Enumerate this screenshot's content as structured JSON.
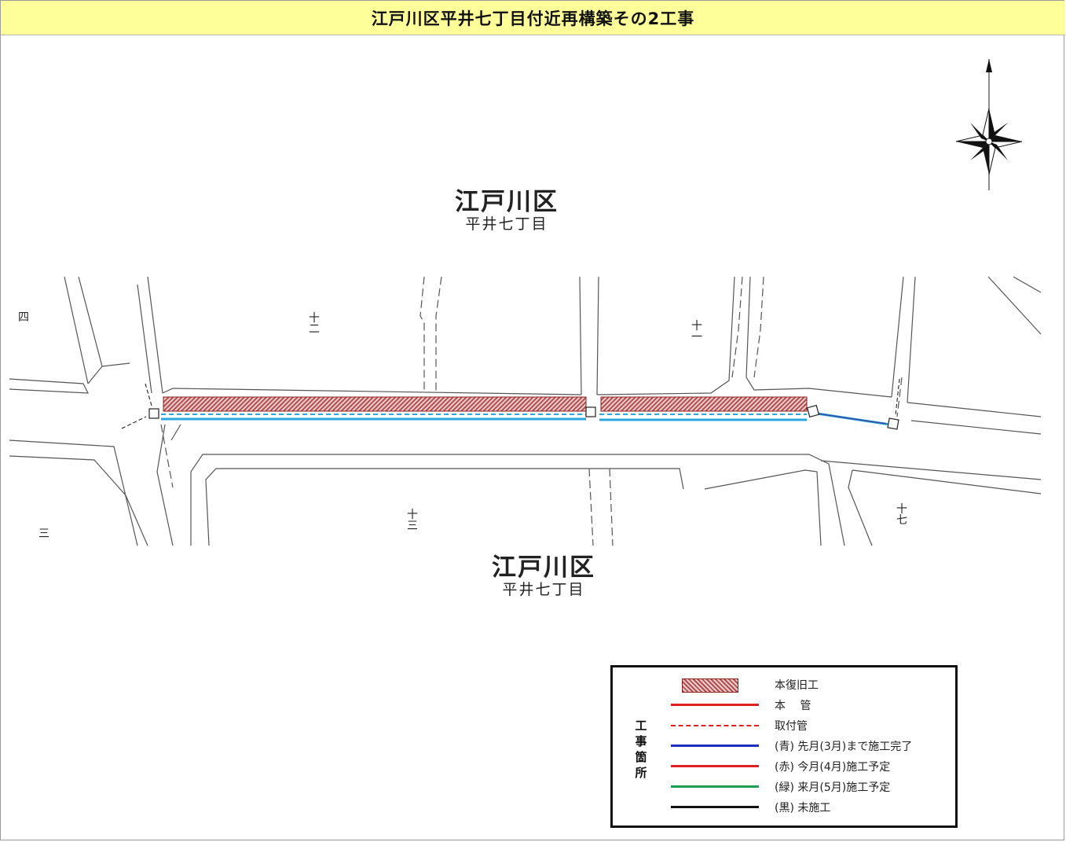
{
  "title": "江戸川区平井七丁目付近再構築その2工事",
  "districts": [
    {
      "ward": "江戸川区",
      "town": "平井七丁目"
    },
    {
      "ward": "江戸川区",
      "town": "平井七丁目"
    }
  ],
  "block_numbers": {
    "b4": "四",
    "b12": "十\n二",
    "b11": "十\n一",
    "b3": "三",
    "b13": "十\n三",
    "b17": "十\n七"
  },
  "legend": {
    "heading": "工\n事\n箇\n所",
    "items": [
      {
        "label": "本復旧工",
        "style": "hatch",
        "color": "#b64c4c"
      },
      {
        "label": "本　 管",
        "style": "solid",
        "color": "#e02020"
      },
      {
        "label": "取付管",
        "style": "dashed",
        "color": "#e02020"
      },
      {
        "label": "(青) 先月(3月)まで施工完了",
        "style": "solid",
        "color": "#1f2fbf"
      },
      {
        "label": "(赤) 今月(4月)施工予定",
        "style": "solid",
        "color": "#e02020"
      },
      {
        "label": "(緑) 来月(5月)施工予定",
        "style": "solid",
        "color": "#1aa050"
      },
      {
        "label": "(黒) 未施工",
        "style": "solid",
        "color": "#111111"
      }
    ]
  },
  "colors": {
    "completed_pipe": "#2aa6e0",
    "restoration": "#b64c4c",
    "title_bg": "#ffff99"
  },
  "icons": {
    "compass": "north-compass-rose-icon"
  }
}
